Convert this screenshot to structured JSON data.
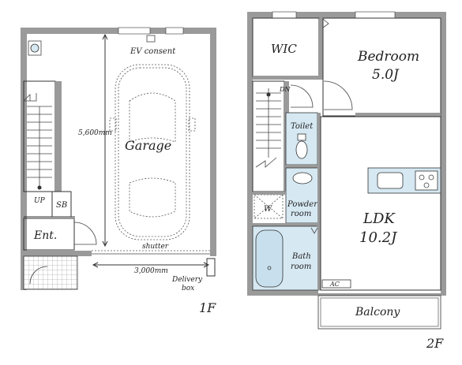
{
  "floors": {
    "first": {
      "label": "1F",
      "rooms": {
        "garage": "Garage",
        "entrance": "Ent.",
        "sb": "SB",
        "up": "UP"
      },
      "annotations": {
        "ev_consent": "EV consent",
        "depth": "5,600mm",
        "width": "3,000mm",
        "shutter": "shutter",
        "delivery_line1": "Delivery",
        "delivery_line2": "box"
      }
    },
    "second": {
      "label": "2F",
      "rooms": {
        "wic": "WIC",
        "bedroom": "Bedroom",
        "bedroom_size": "5.0J",
        "toilet": "Toilet",
        "powder_line1": "Powder",
        "powder_line2": "room",
        "washer": "W",
        "bath_line1": "Bath",
        "bath_line2": "room",
        "ldk": "LDK",
        "ldk_size": "10.2J",
        "balcony": "Balcony",
        "ac": "AC",
        "dn": "DN"
      }
    }
  },
  "colors": {
    "wall": "#9a9a9a",
    "wet_area": "#d6e8f2",
    "line": "#333333"
  }
}
